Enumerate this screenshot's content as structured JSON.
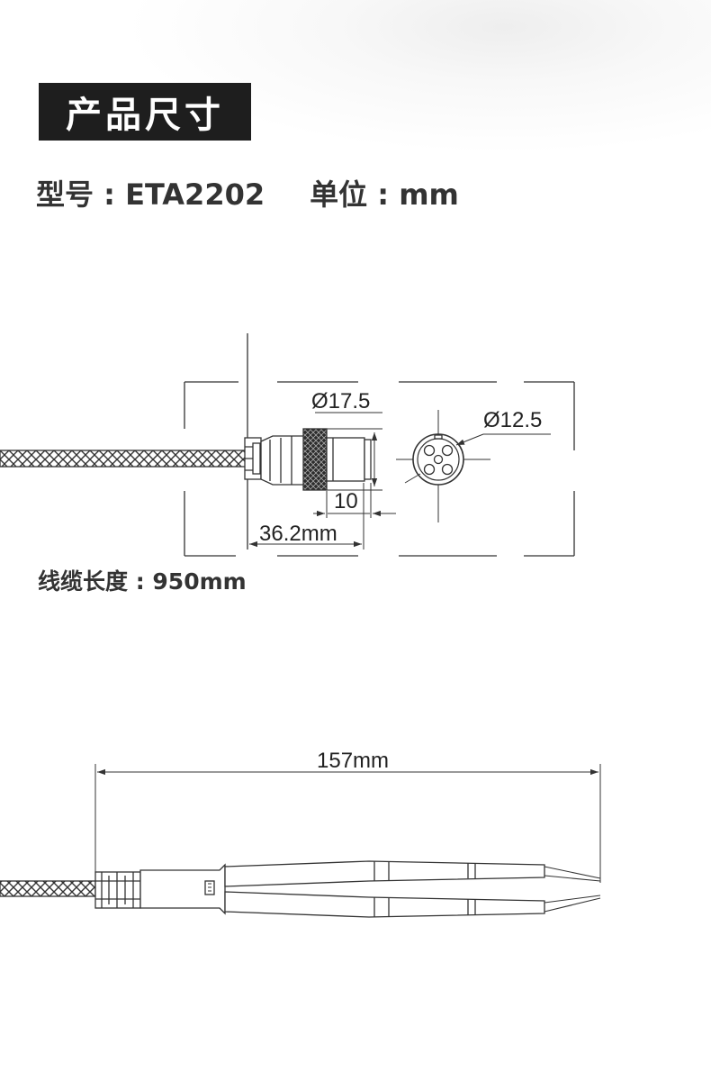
{
  "header": {
    "title": "产品尺寸"
  },
  "specs": {
    "model_label": "型号 : ETA2202",
    "unit_label": "单位 : mm"
  },
  "connector_drawing": {
    "dim_outer_diameter": "Ø17.5",
    "dim_face_diameter": "Ø12.5",
    "dim_tip_length": "10",
    "dim_total_length": "36.2mm"
  },
  "cable": {
    "length_label": "线缆长度 : 950mm"
  },
  "tweezer_drawing": {
    "dim_length": "157mm"
  }
}
